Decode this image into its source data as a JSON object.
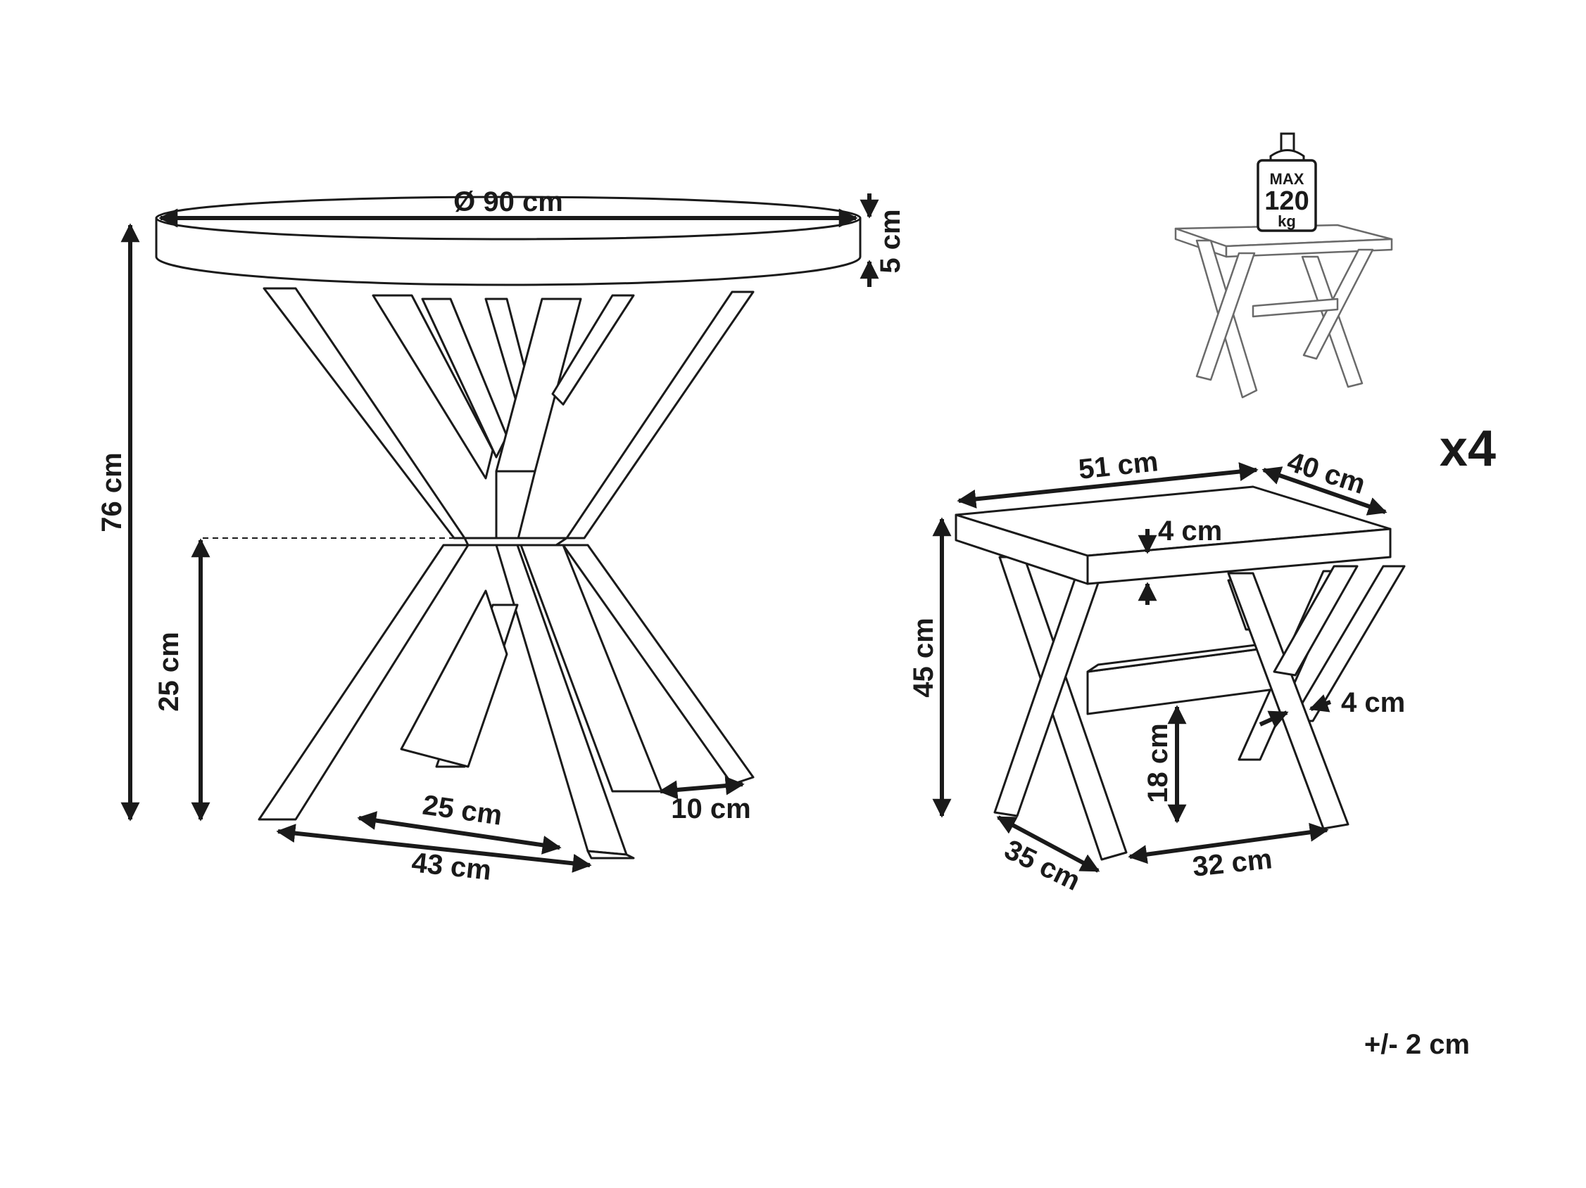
{
  "table": {
    "top_diameter": "Ø 90 cm",
    "top_thickness": "5 cm",
    "height": "76 cm",
    "crossing_height": "25 cm",
    "foot_inner_width": "25 cm",
    "foot_outer_width": "43 cm",
    "leg_width": "10 cm"
  },
  "stool": {
    "count": "x4",
    "length": "51 cm",
    "width": "40 cm",
    "top_thickness": "4 cm",
    "height": "45 cm",
    "leg_thickness": "4 cm",
    "stretcher_height": "18 cm",
    "base_depth": "35 cm",
    "base_length": "32 cm"
  },
  "max_load": {
    "line1": "MAX",
    "line2": "120",
    "line3": "kg"
  },
  "tolerance": "+/- 2 cm",
  "colors": {
    "line": "#1a1a1a",
    "background": "#ffffff",
    "preview_line": "#6a6a6a"
  }
}
